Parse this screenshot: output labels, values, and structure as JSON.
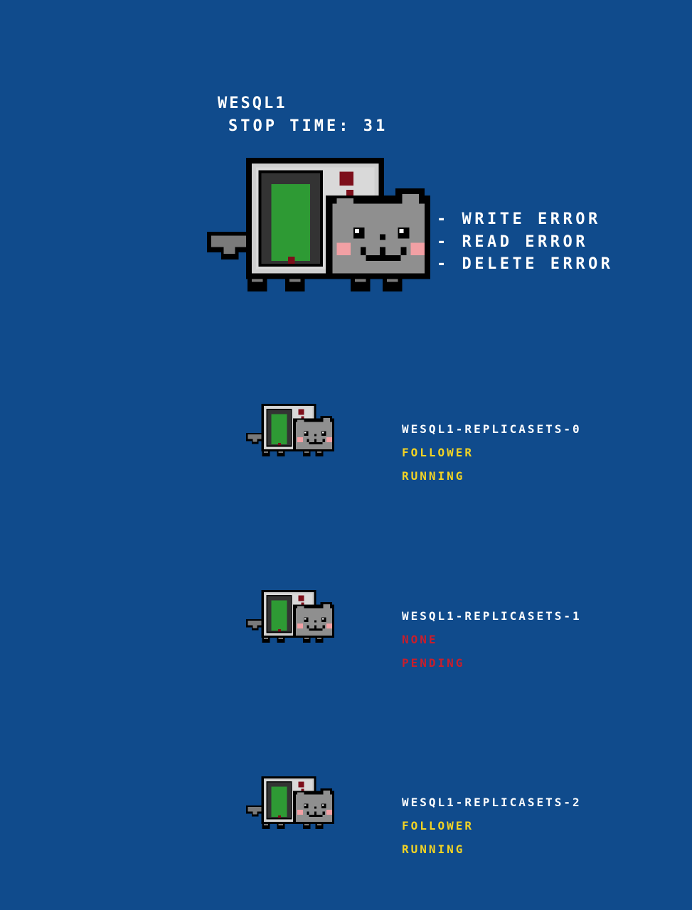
{
  "cluster": {
    "name": "WESQL1",
    "stop_time": "STOP TIME: 31",
    "errors": [
      "- WRITE ERROR",
      "- READ ERROR",
      "- DELETE ERROR"
    ]
  },
  "replicas": [
    {
      "name": "WESQL1-REPLICASETS-0",
      "role": "FOLLOWER",
      "status": "RUNNING",
      "role_color": "#f2d324",
      "status_color": "#f2d324"
    },
    {
      "name": "WESQL1-REPLICASETS-1",
      "role": "NONE",
      "status": "PENDING",
      "role_color": "#c81e2c",
      "status_color": "#c81e2c"
    },
    {
      "name": "WESQL1-REPLICASETS-2",
      "role": "FOLLOWER",
      "status": "RUNNING",
      "role_color": "#f2d324",
      "status_color": "#f2d324"
    }
  ],
  "colors": {
    "background": "#104b8c",
    "text": "#ffffff",
    "ok": "#f2d324",
    "bad": "#c81e2c"
  },
  "icons": {
    "cluster_icon": "server-cat-icon",
    "replica_icon": "server-cat-icon"
  }
}
